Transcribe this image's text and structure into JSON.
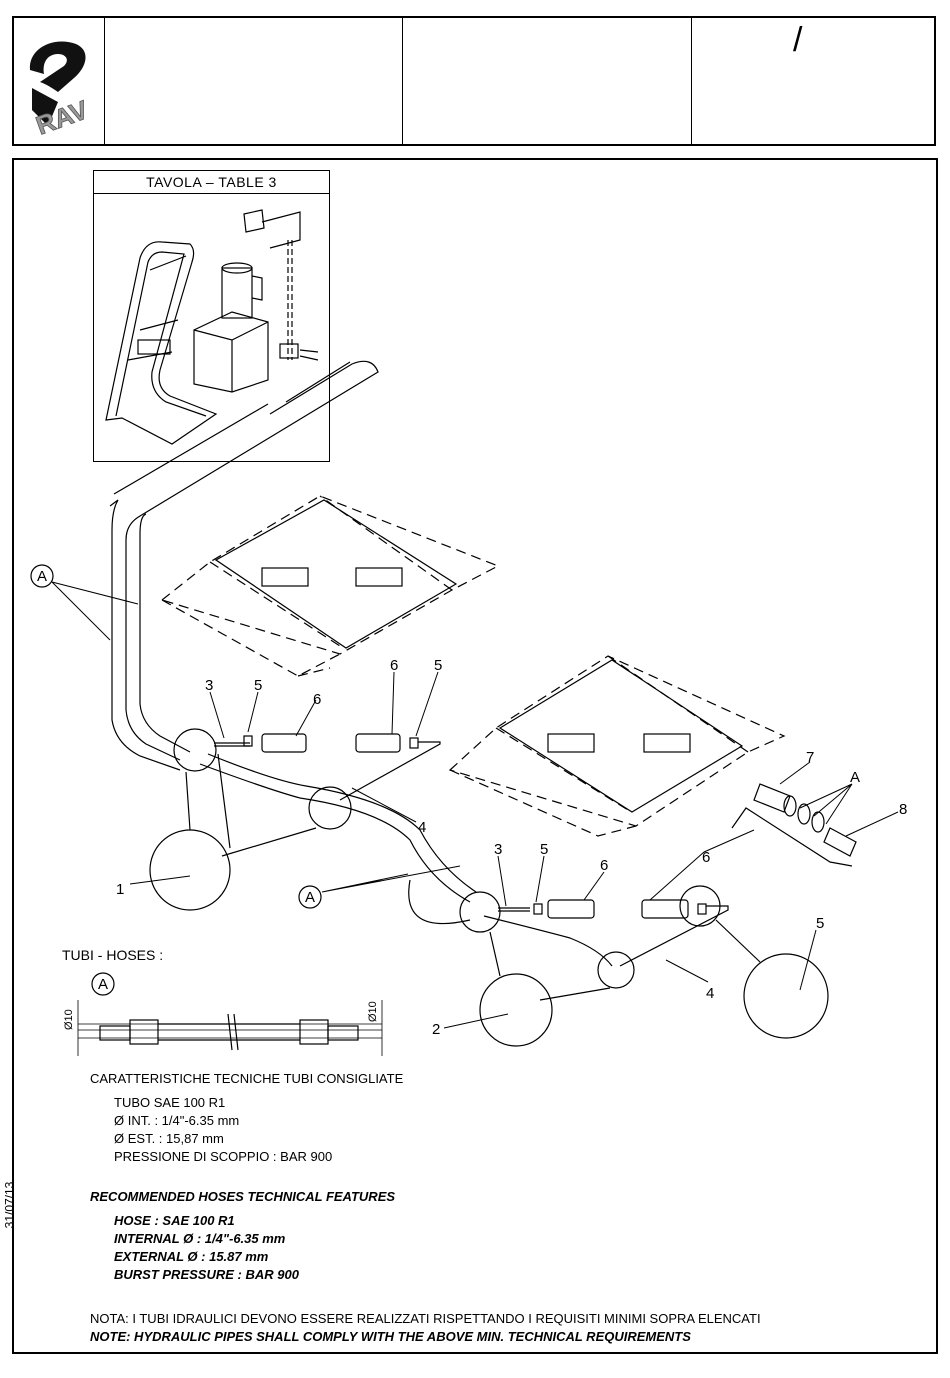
{
  "header": {
    "logo_text": "RAV",
    "revision_mark": "/"
  },
  "table_title": "TAVOLA  –  TABLE 3",
  "callouts": {
    "A": "A",
    "n1": "1",
    "n2": "2",
    "n3": "3",
    "n4": "4",
    "n5": "5",
    "n6": "6",
    "n7": "7",
    "n8": "8"
  },
  "hoses": {
    "label": "TUBI - HOSES :",
    "dim_left": "Ø10",
    "dim_right": "Ø10"
  },
  "specs_it": {
    "title": "CARATTERISTICHE TECNICHE TUBI CONSIGLIATE",
    "l1": "TUBO SAE 100 R1",
    "l2": "Ø INT. : 1/4\"-6.35 mm",
    "l3": "Ø EST. : 15,87 mm",
    "l4": "PRESSIONE DI SCOPPIO : BAR 900"
  },
  "specs_en": {
    "title": "RECOMMENDED HOSES TECHNICAL FEATURES",
    "l1": "HOSE : SAE 100 R1",
    "l2": "INTERNAL Ø : 1/4\"-6.35 mm",
    "l3": "EXTERNAL Ø : 15.87 mm",
    "l4": "BURST PRESSURE : BAR 900"
  },
  "notes": {
    "it": "NOTA: I TUBI IDRAULICI DEVONO ESSERE REALIZZATI RISPETTANDO I REQUISITI MINIMI SOPRA ELENCATI",
    "en": "NOTE: HYDRAULIC PIPES SHALL COMPLY WITH THE ABOVE MIN. TECHNICAL REQUIREMENTS"
  },
  "date": "31/07/13"
}
